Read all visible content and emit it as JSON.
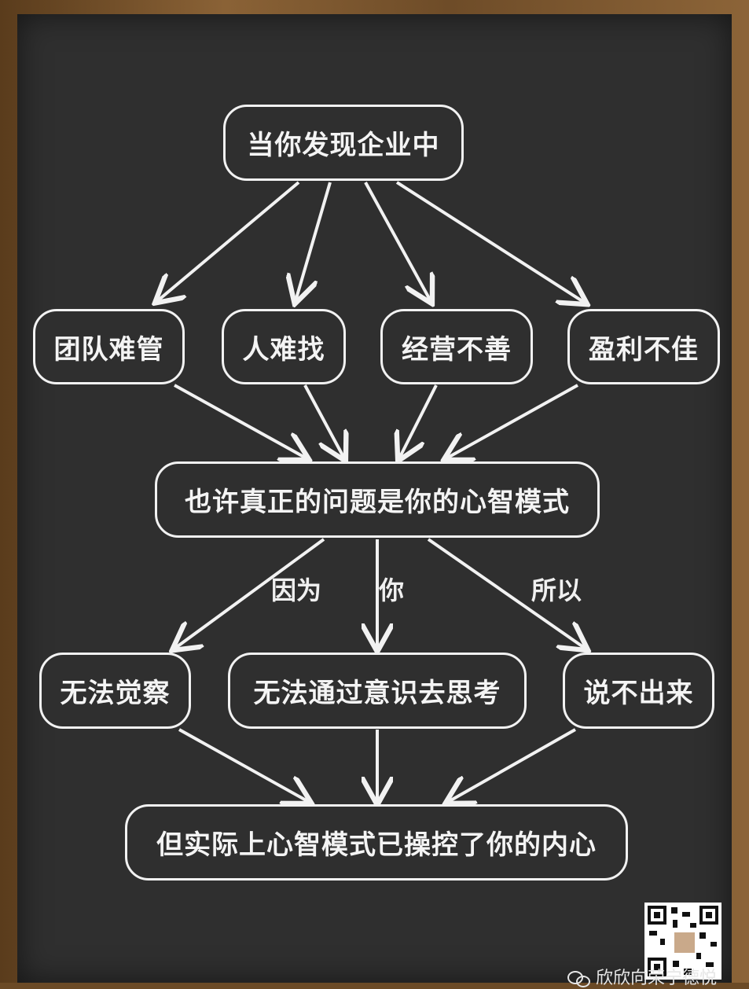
{
  "nodes": {
    "top": "当你发现企业中",
    "team": "团队难管",
    "people": "人难找",
    "operation": "经营不善",
    "profit": "盈利不佳",
    "middle": "也许真正的问题是你的心智模式",
    "perceive": "无法觉察",
    "think": "无法通过意识去思考",
    "speak": "说不出来",
    "bottom": "但实际上心智模式已操控了你的内心"
  },
  "edge_labels": {
    "because": "因为",
    "you": "你",
    "so": "所以"
  },
  "watermark": "欣欣向荣宁德悦",
  "colors": {
    "board": "#2f2f2f",
    "frame": "#7a5530",
    "line": "#f2f2f2"
  }
}
